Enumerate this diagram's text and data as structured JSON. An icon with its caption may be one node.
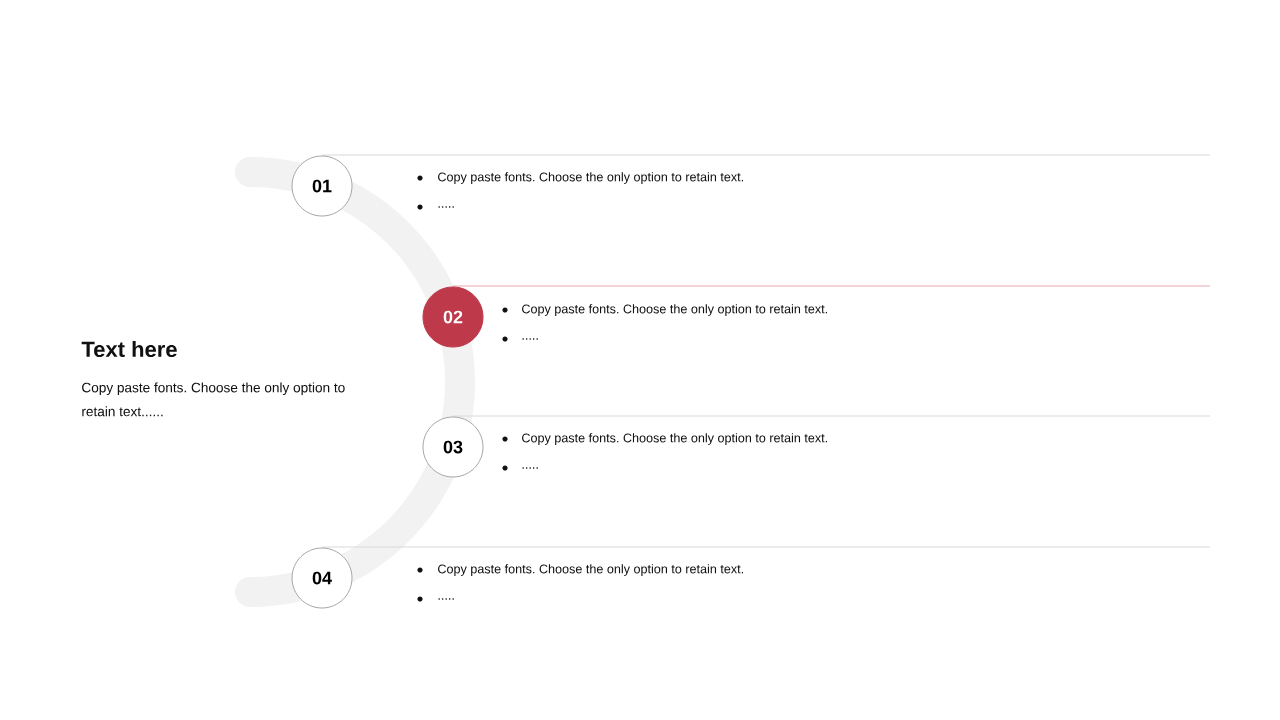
{
  "diagram": {
    "nodes": [
      {
        "text": [
          "01"
        ],
        "beside": [
          "Copy paste fonts. Choose the only option to retain text.",
          "....."
        ]
      },
      {
        "text": [
          "02"
        ],
        "beside": [
          "Copy paste fonts. Choose the only option to retain text.",
          "....."
        ]
      },
      {
        "text": [
          "03"
        ],
        "beside": [
          "Copy paste fonts. Choose the only option to retain text.",
          "....."
        ]
      },
      {
        "text": [
          "04"
        ],
        "beside": [
          "Copy paste fonts. Choose the only option to retain text.",
          "....."
        ]
      }
    ],
    "labels": [
      "Text here",
      "Copy paste fonts. Choose the only option to retain text......"
    ]
  }
}
